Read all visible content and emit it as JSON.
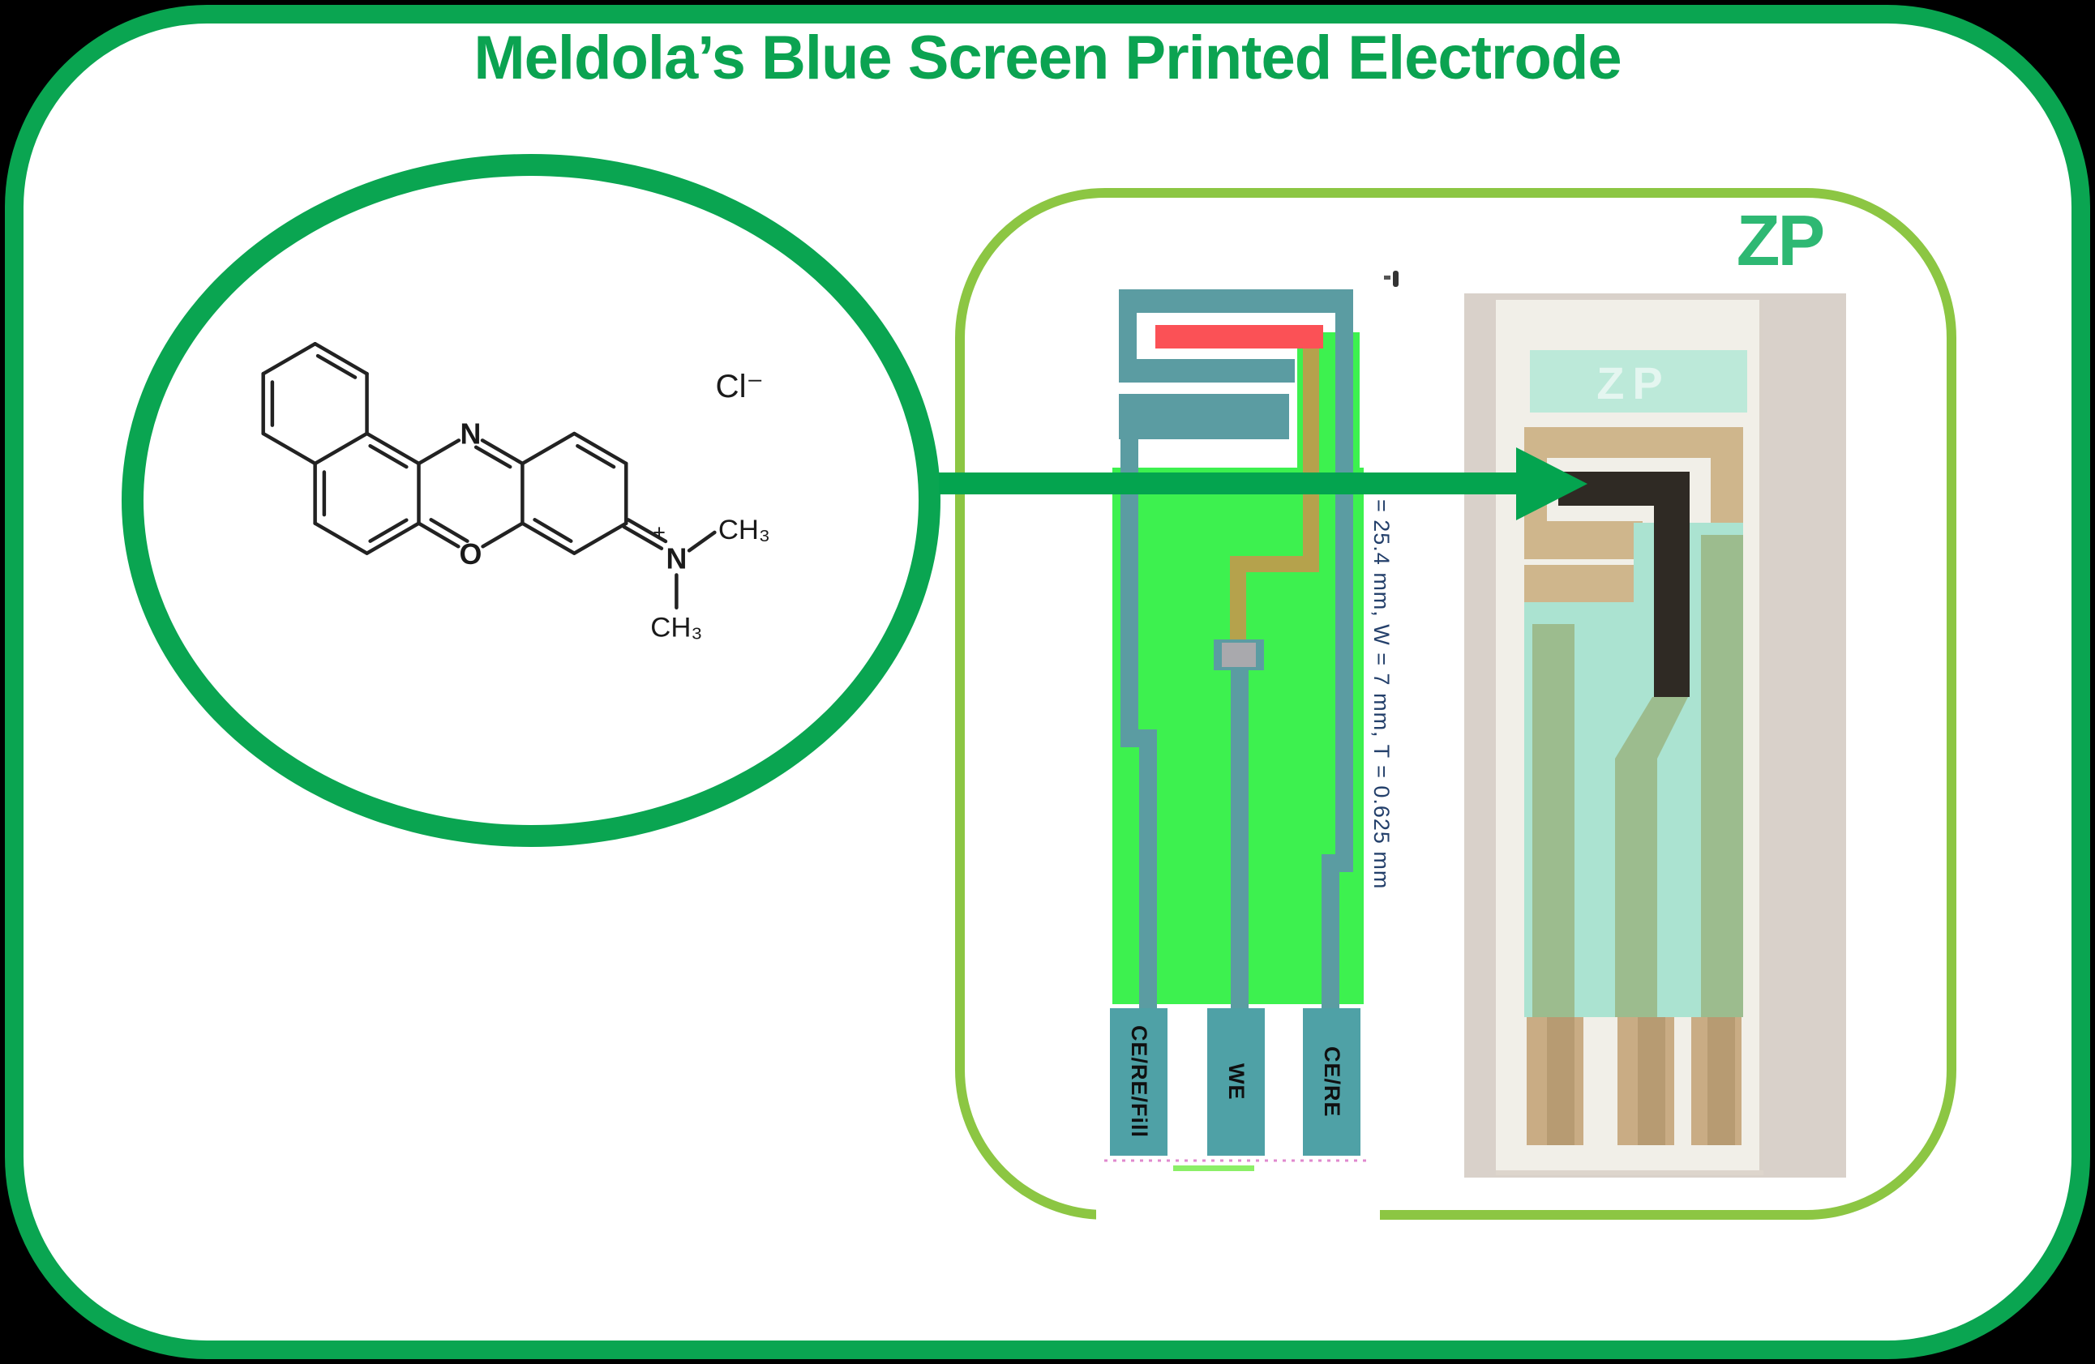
{
  "title": "Meldola’s Blue Screen Printed Electrode",
  "molecule": {
    "ring_nitrogen": "N",
    "ring_oxygen": "O",
    "counterion": "Cl⁻",
    "charge": "+",
    "amine_nitrogen": "N",
    "methyl_upper": "CH₃",
    "methyl_lower": "CH₃"
  },
  "electrode_box": {
    "logo": "ZP",
    "dimension_note": "= 25.4 mm, W = 7 mm, T = 0.625 mm",
    "schematic": {
      "pads": [
        {
          "label": "CE/RE/Fill"
        },
        {
          "label": "WE"
        },
        {
          "label": "CE/RE"
        }
      ]
    },
    "photo": {
      "watermark": "ZP"
    }
  },
  "colors": {
    "accent_green": "#0AA551",
    "arrow_green": "#04A44F",
    "box_border_green": "#8CC643",
    "logo_green": "#2EB873",
    "schematic_teal": "#5B9CA2",
    "schematic_pad_teal": "#4FA1A6",
    "schematic_body_green": "#3DF14F",
    "schematic_red": "#FB5156",
    "schematic_gold": "#B5A24C",
    "schematic_grey": "#A9A9AD",
    "dotted_line_pink": "#E089CE",
    "dimension_text_navy": "#24406B",
    "photo_background": "#D9D1CA",
    "photo_strip_white": "#F1EFE8",
    "photo_mint": "#BCE9D9",
    "photo_tan": "#CFB68C",
    "photo_sage": "#9CBC8E",
    "photo_ink_black": "#2F2A24",
    "photo_pad_tan": "#C9AC84"
  }
}
